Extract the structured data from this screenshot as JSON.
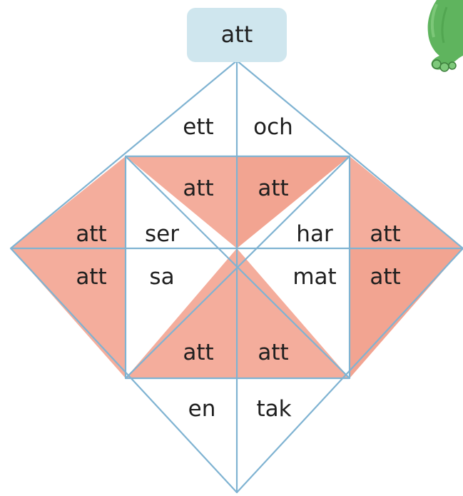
{
  "header": {
    "word": "att"
  },
  "colors": {
    "line": "#7fb3d2",
    "header_box": "#cfe6ee",
    "shaded": "#f4ad9c",
    "shaded_dark": "#f2a491",
    "character_green": "#6bbf6a"
  },
  "puzzle": {
    "top": [
      "ett",
      "och"
    ],
    "upper_left_inner": "ser",
    "upper_center_left": "att",
    "upper_center_right": "att",
    "upper_right_inner": "har",
    "lower_left_inner": "sa",
    "lower_center_left": "att",
    "lower_center_right": "att",
    "lower_right_inner": "mat",
    "left_upper": "att",
    "left_lower": "att",
    "right_upper": "att",
    "right_lower": "att",
    "bottom": [
      "en",
      "tak"
    ]
  },
  "decoration": {
    "icon": "green-monster-icon"
  }
}
